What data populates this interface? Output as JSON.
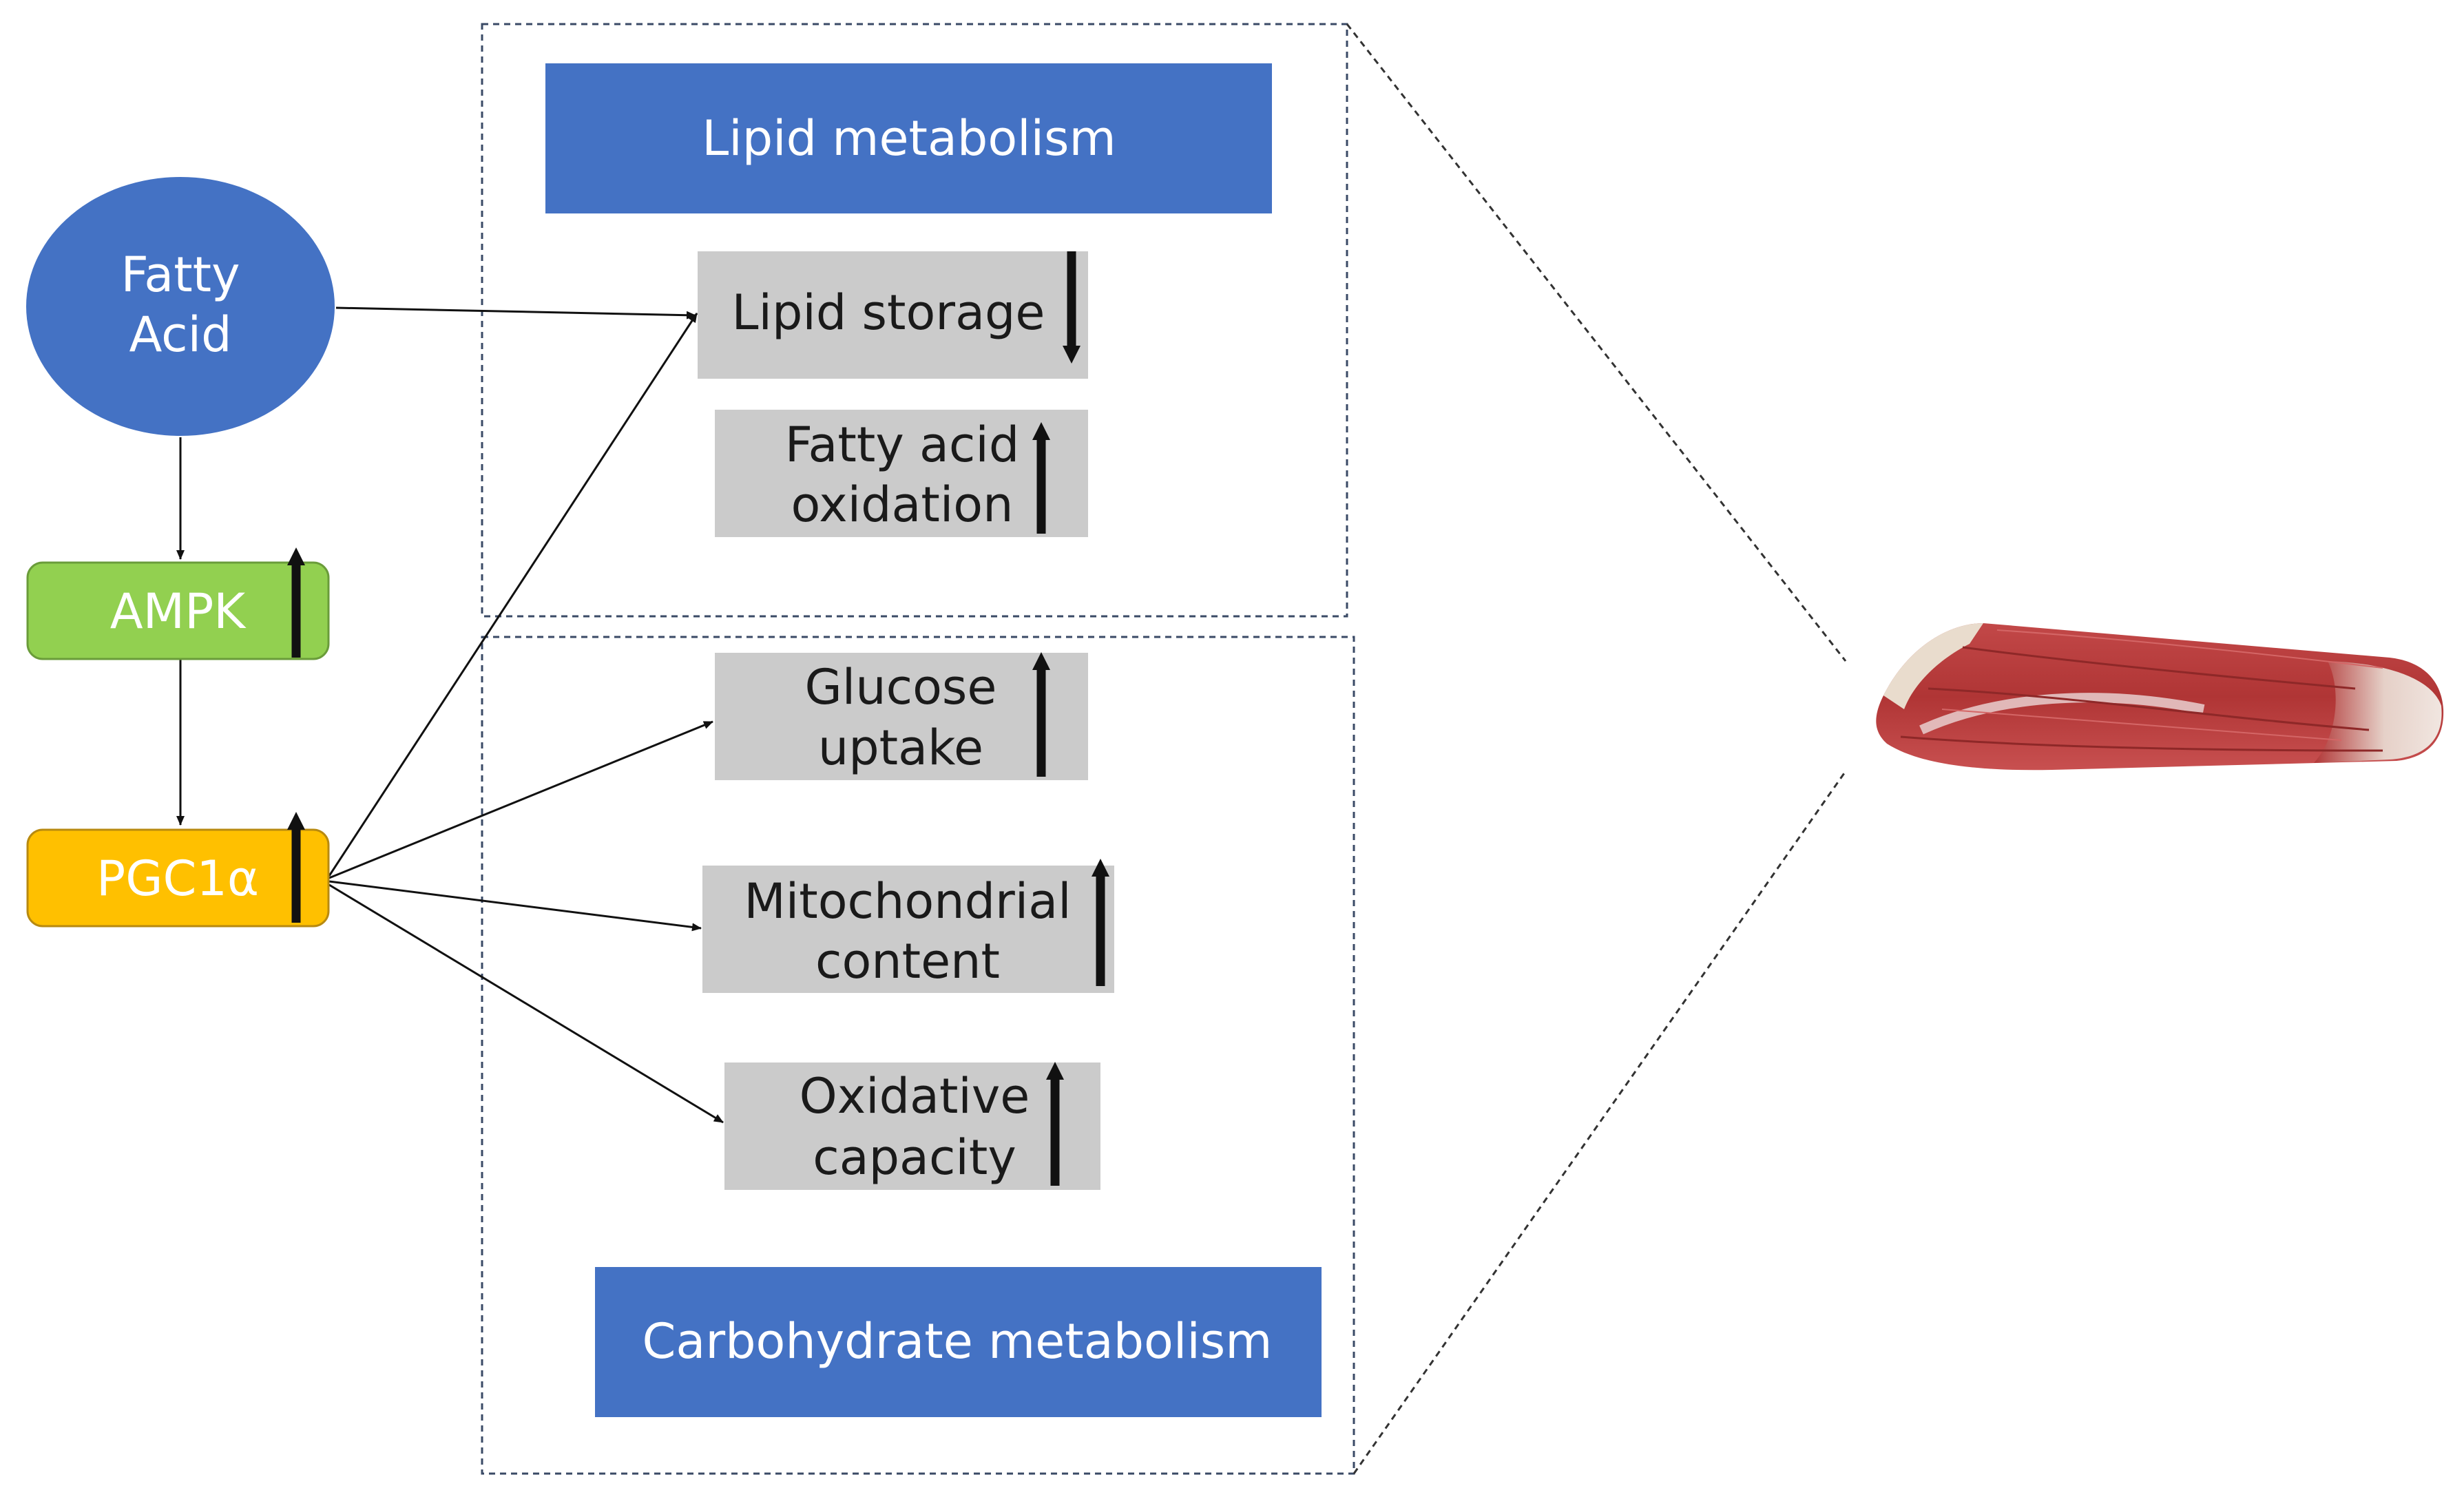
{
  "diagram": {
    "nodes": {
      "fatty_acid": {
        "line1": "Fatty",
        "line2": "Acid"
      },
      "ampk": {
        "label": "AMPK"
      },
      "pgc1a": {
        "label": "PGC1α"
      }
    },
    "lipid_panel": {
      "header": "Lipid metabolism",
      "lipid_storage": {
        "label": "Lipid storage",
        "direction": "down"
      },
      "fatty_acid_oxidation": {
        "line1": "Fatty acid",
        "line2": "oxidation",
        "direction": "up"
      }
    },
    "carb_panel": {
      "glucose_uptake": {
        "line1": "Glucose",
        "line2": "uptake",
        "direction": "up"
      },
      "mitochondrial_content": {
        "line1": "Mitochondrial",
        "line2": "content",
        "direction": "up"
      },
      "oxidative_capacity": {
        "line1": "Oxidative",
        "line2": "capacity",
        "direction": "up"
      },
      "header": "Carbohydrate metabolism"
    },
    "colors": {
      "header_blue": "#4472c4",
      "ampk_green": "#92d050",
      "pgc1a_orange": "#ffc000",
      "effect_box_gray": "#cbcbcb",
      "muscle_red": "#b83a3a"
    },
    "icons": [
      "up-arrow",
      "down-arrow",
      "muscle-illustration"
    ]
  }
}
